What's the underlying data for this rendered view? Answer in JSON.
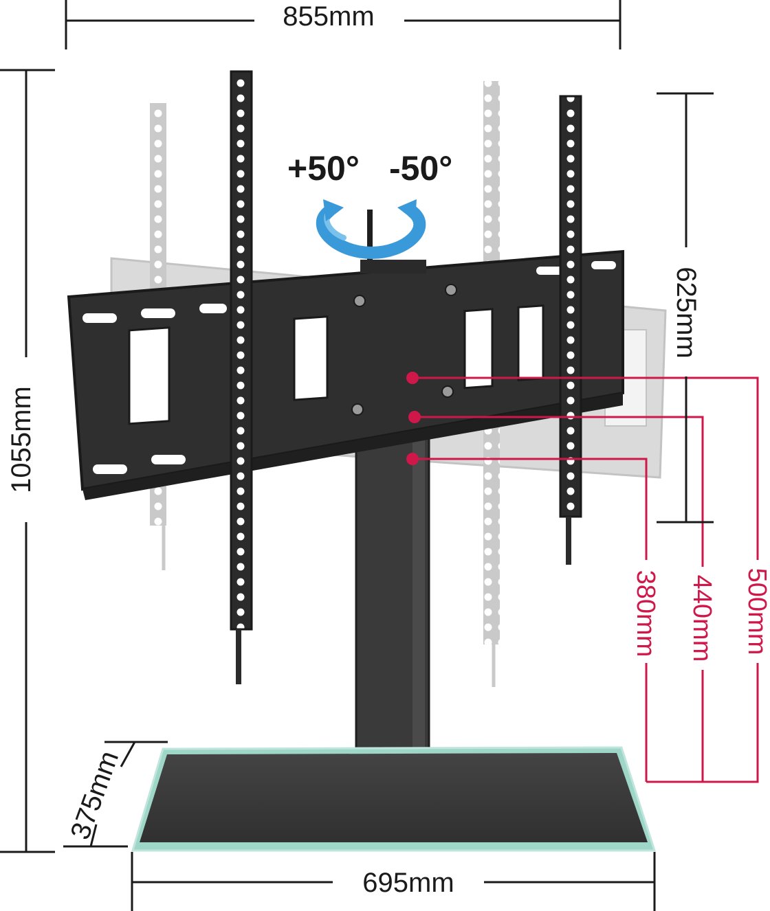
{
  "dimensions": {
    "top_width": "855mm",
    "total_height": "1055mm",
    "bracket_height": "625mm",
    "base_width": "695mm",
    "base_depth": "375mm"
  },
  "height_positions": {
    "high": "500mm",
    "mid": "440mm",
    "low": "380mm"
  },
  "swivel": {
    "left_angle": "+50°",
    "right_angle": "-50°"
  },
  "colors": {
    "metal": "#2b2b2b",
    "ghost": "#c8c8c8",
    "accent": "#d0174a",
    "swivel_arrow": "#3a9ad9",
    "base_glass": "#3a3a3a"
  },
  "icons": {
    "swivel": "rotate-arrow-icon"
  }
}
